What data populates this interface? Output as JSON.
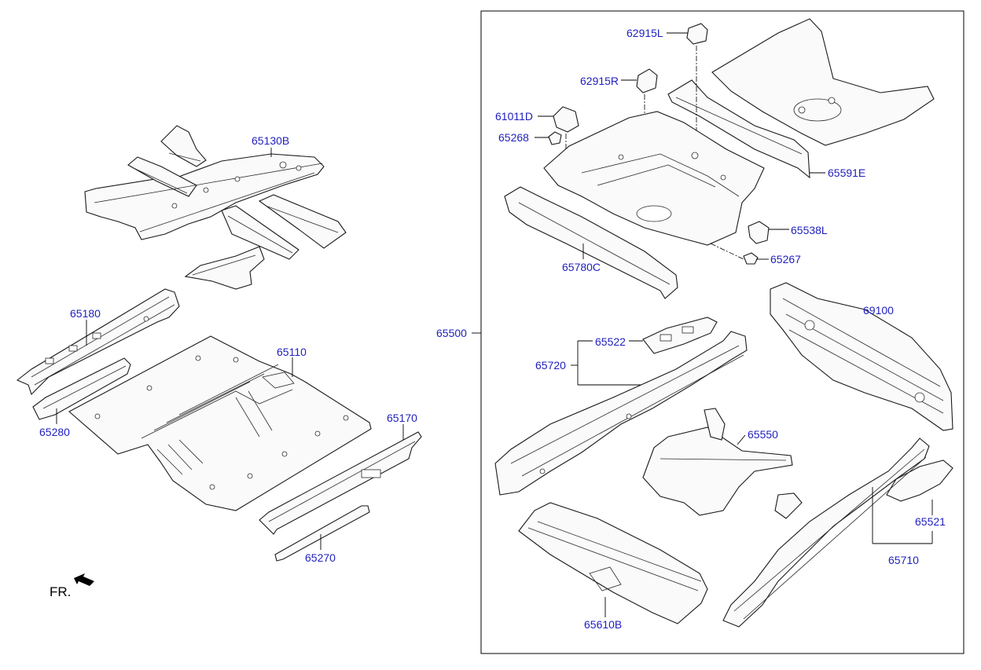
{
  "diagram": {
    "callouts": {
      "p65130B": "65130B",
      "p65180": "65180",
      "p65110": "65110",
      "p65280": "65280",
      "p65170": "65170",
      "p65270": "65270",
      "p65500": "65500",
      "p62915L": "62915L",
      "p62915R": "62915R",
      "p61011D": "61011D",
      "p65268": "65268",
      "p65591E": "65591E",
      "p65538L": "65538L",
      "p65267": "65267",
      "p65780C": "65780C",
      "p69100": "69100",
      "p65522": "65522",
      "p65720": "65720",
      "p65550": "65550",
      "p65521": "65521",
      "p65710": "65710",
      "p65610B": "65610B"
    },
    "direction_indicator": "FR.",
    "colors": {
      "callout_text": "#1f1fbf",
      "line_art": "#1a1a1a"
    },
    "icons": [
      "front-direction-arrow-icon"
    ]
  }
}
